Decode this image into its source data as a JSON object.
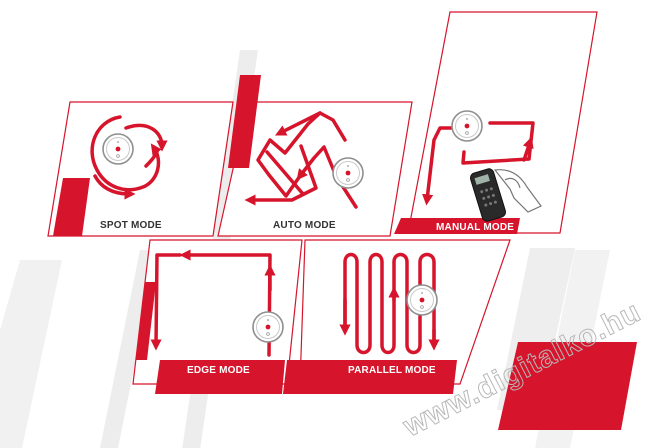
{
  "colors": {
    "accent": "#d6152c",
    "panel_border": "#d6152c",
    "background_stripe": "#ededed",
    "label_dark": "#333333",
    "label_light": "#ffffff",
    "watermark": "#b8b8b8"
  },
  "panels": {
    "spot": {
      "label": "SPOT MODE"
    },
    "auto": {
      "label": "AUTO MODE"
    },
    "manual": {
      "label": "MANUAL MODE"
    },
    "edge": {
      "label": "EDGE MODE"
    },
    "parallel": {
      "label": "PARALLEL MODE"
    }
  },
  "icons": {
    "robot": "robot-vacuum-icon",
    "remote": "remote-control-icon"
  },
  "watermark": {
    "text": "www.digitalko.hu"
  }
}
